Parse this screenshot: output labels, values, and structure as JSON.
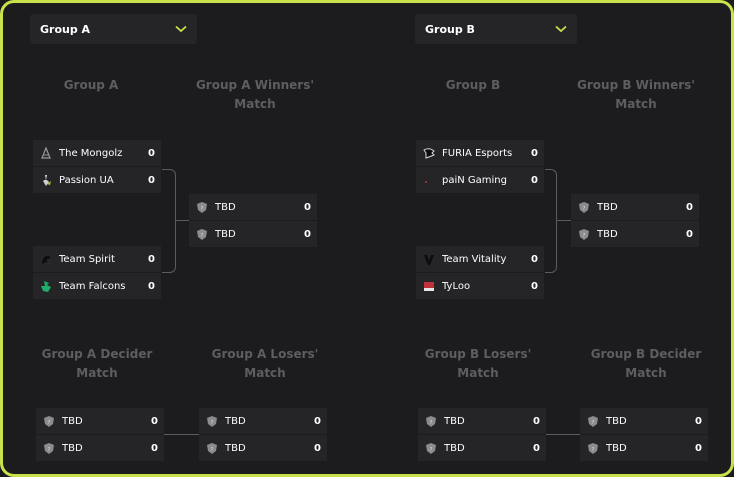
{
  "colors": {
    "accent": "#c9e14b",
    "background": "#1c1b1e",
    "card": "#252427",
    "title_muted": "#5e5d61"
  },
  "groups": [
    {
      "dropdown": {
        "label": "Group A",
        "icon": "chevron-down-icon"
      },
      "rounds": {
        "opening": {
          "title": "Group A"
        },
        "winners": {
          "title": "Group A Winners' Match"
        },
        "decider": {
          "title": "Group A Decider Match"
        },
        "losers": {
          "title": "Group A Losers' Match"
        }
      },
      "matches": {
        "opening1": [
          {
            "team": "The Mongolz",
            "score": "0",
            "logo": "mongolz-logo"
          },
          {
            "team": "Passion UA",
            "score": "0",
            "logo": "passion-ua-logo"
          }
        ],
        "opening2": [
          {
            "team": "Team Spirit",
            "score": "0",
            "logo": "team-spirit-logo"
          },
          {
            "team": "Team Falcons",
            "score": "0",
            "logo": "team-falcons-logo"
          }
        ],
        "winners": [
          {
            "team": "TBD",
            "score": "0",
            "logo": "tbd-shield-icon"
          },
          {
            "team": "TBD",
            "score": "0",
            "logo": "tbd-shield-icon"
          }
        ],
        "decider": [
          {
            "team": "TBD",
            "score": "0",
            "logo": "tbd-shield-icon"
          },
          {
            "team": "TBD",
            "score": "0",
            "logo": "tbd-shield-icon"
          }
        ],
        "losers": [
          {
            "team": "TBD",
            "score": "0",
            "logo": "tbd-shield-icon"
          },
          {
            "team": "TBD",
            "score": "0",
            "logo": "tbd-shield-icon"
          }
        ]
      }
    },
    {
      "dropdown": {
        "label": "Group B",
        "icon": "chevron-down-icon"
      },
      "rounds": {
        "opening": {
          "title": "Group B"
        },
        "winners": {
          "title": "Group B Winners' Match"
        },
        "losers": {
          "title": "Group B Losers' Match"
        },
        "decider": {
          "title": "Group B Decider Match"
        }
      },
      "matches": {
        "opening1": [
          {
            "team": "FURIA Esports",
            "score": "0",
            "logo": "furia-logo"
          },
          {
            "team": "paiN Gaming",
            "score": "0",
            "logo": "pain-gaming-logo"
          }
        ],
        "opening2": [
          {
            "team": "Team Vitality",
            "score": "0",
            "logo": "team-vitality-logo"
          },
          {
            "team": "TyLoo",
            "score": "0",
            "logo": "tyloo-logo"
          }
        ],
        "winners": [
          {
            "team": "TBD",
            "score": "0",
            "logo": "tbd-shield-icon"
          },
          {
            "team": "TBD",
            "score": "0",
            "logo": "tbd-shield-icon"
          }
        ],
        "losers": [
          {
            "team": "TBD",
            "score": "0",
            "logo": "tbd-shield-icon"
          },
          {
            "team": "TBD",
            "score": "0",
            "logo": "tbd-shield-icon"
          }
        ],
        "decider": [
          {
            "team": "TBD",
            "score": "0",
            "logo": "tbd-shield-icon"
          },
          {
            "team": "TBD",
            "score": "0",
            "logo": "tbd-shield-icon"
          }
        ]
      }
    }
  ]
}
